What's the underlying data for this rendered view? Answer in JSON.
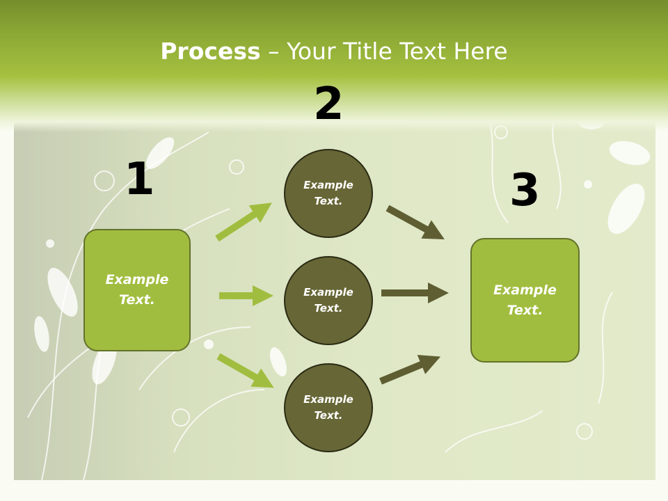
{
  "slide": {
    "title_bold": "Process",
    "title_rest": " – Your Title Text Here"
  },
  "steps": {
    "step1": {
      "number": "1",
      "text": "Example\nText."
    },
    "step2": {
      "number": "2",
      "items": [
        {
          "text": "Example\nText."
        },
        {
          "text": "Example\nText."
        },
        {
          "text": "Example\nText."
        }
      ]
    },
    "step3": {
      "number": "3",
      "text": "Example\nText."
    }
  },
  "colors": {
    "header": "#8aa734",
    "box_fill": "#a1bd3f",
    "circle_fill": "#676636",
    "arrow_light": "#a1bd3f",
    "arrow_dark": "#5f5e32"
  }
}
